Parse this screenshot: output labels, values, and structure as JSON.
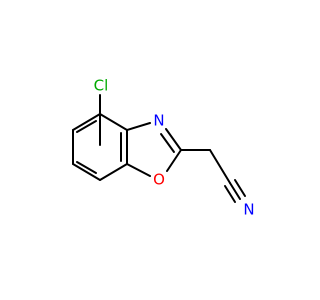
{
  "atoms": {
    "chlorine": {
      "symbol": "Cl",
      "color": "#00aa00"
    },
    "ring_nitrogen": {
      "symbol": "N",
      "color": "#0000ff"
    },
    "ring_oxygen": {
      "symbol": "O",
      "color": "#ff0000"
    },
    "nitrile_nitrogen": {
      "symbol": "N",
      "color": "#0000ff"
    }
  },
  "colors": {
    "bond": "#000000",
    "background": "#ffffff"
  }
}
